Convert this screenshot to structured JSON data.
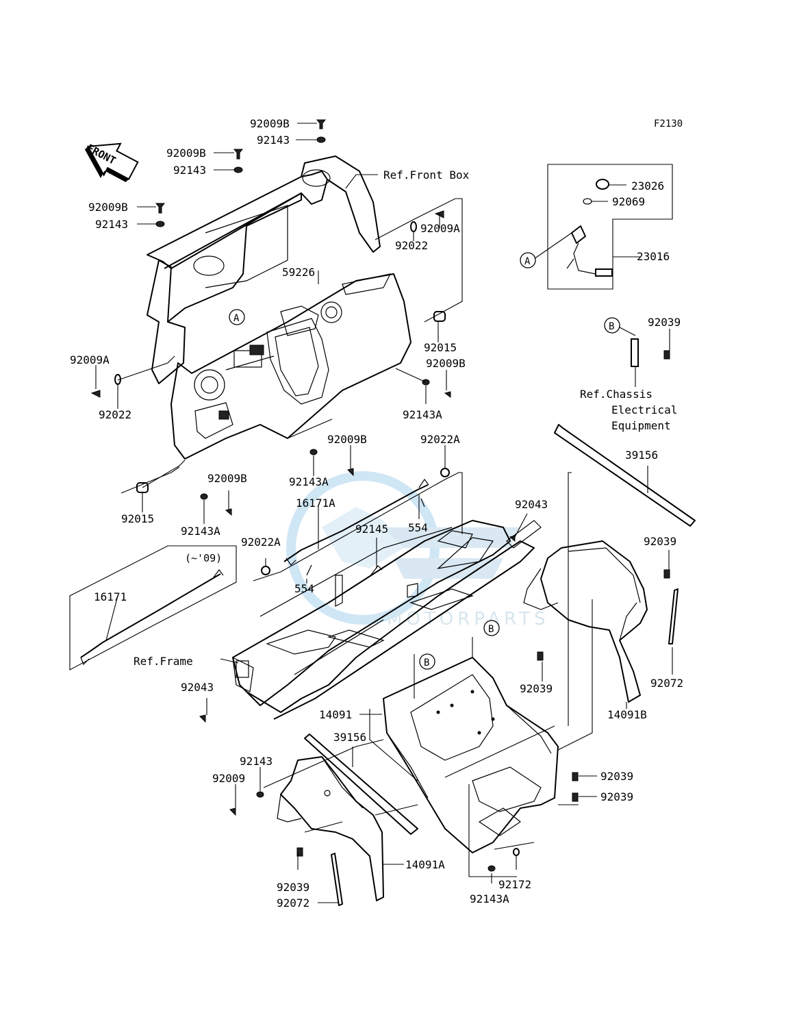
{
  "figure_code": "F2130",
  "front_arrow_label": "FRONT",
  "watermark_text": "MOTORPARTS",
  "inset_label": "(~'09)",
  "callouts": {
    "a_upper": "A",
    "a_inset": "A",
    "b_ref": "B",
    "b_frame": "B",
    "b_floor": "B"
  },
  "part_labels": {
    "p92009B_top": "92009B",
    "p92143_top": "92143",
    "p92009B_2": "92009B",
    "p92143_2": "92143",
    "ref_front_box": "Ref.Front Box",
    "p92009B_3": "92009B",
    "p92143_3": "92143",
    "p92009A_r": "92009A",
    "p92022_r": "92022",
    "p23026": "23026",
    "p92069": "92069",
    "p23016": "23016",
    "p59226": "59226",
    "p92015_r": "92015",
    "p92009B_r": "92009B",
    "p92009A_l": "92009A",
    "p92022_l": "92022",
    "p92143A_r": "92143A",
    "p92039_ref": "92039",
    "ref_chassis_1": "Ref.Chassis",
    "ref_chassis_2": "Electrical",
    "ref_chassis_3": "Equipment",
    "p92009B_c": "92009B",
    "p92022A_r": "92022A",
    "p92143A_c": "92143A",
    "p39156_r": "39156",
    "p92009B_l": "92009B",
    "p16171A": "16171A",
    "p92015_l": "92015",
    "p92143A_l": "92143A",
    "p554_r": "554",
    "p92043_r": "92043",
    "p92145": "92145",
    "p92022A_l": "92022A",
    "p92039_r": "92039",
    "p554_l": "554",
    "p16171": "16171",
    "ref_frame": "Ref.Frame",
    "p92043_l": "92043",
    "p92039_c": "92039",
    "p92072_r": "92072",
    "p14091": "14091",
    "p14091B": "14091B",
    "p39156_l": "39156",
    "p92143_b": "92143",
    "p92009_b": "92009",
    "p92039_b1": "92039",
    "p92039_b2": "92039",
    "p14091A": "14091A",
    "p92039_bl": "92039",
    "p92072_l": "92072",
    "p92172": "92172",
    "p92143A_b": "92143A"
  }
}
